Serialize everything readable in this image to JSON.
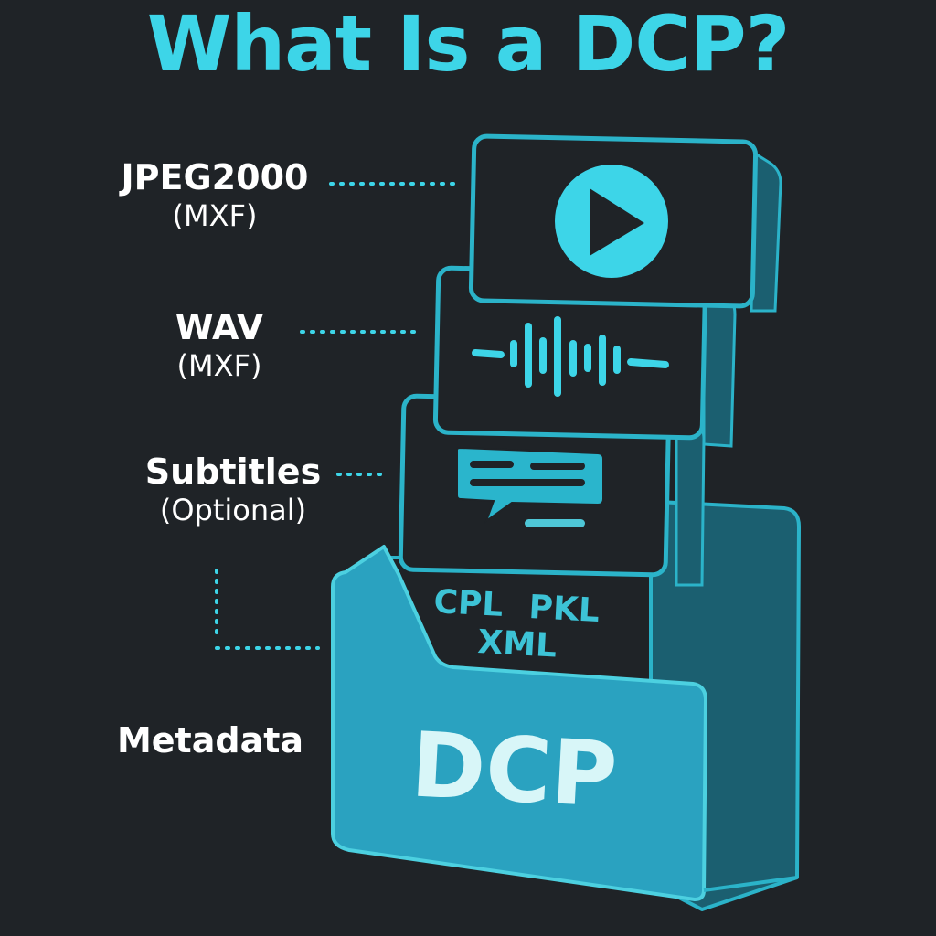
{
  "title": "What Is a DCP?",
  "labels": {
    "video": {
      "main": "JPEG2000",
      "sub": "(MXF)"
    },
    "audio": {
      "main": "WAV",
      "sub": "(MXF)"
    },
    "subtitles": {
      "main": "Subtitles",
      "sub": "(Optional)"
    },
    "metadata": {
      "main": "Metadata"
    }
  },
  "folder": {
    "label": "DCP",
    "metadata_files": [
      "CPL",
      "PKL",
      "XML"
    ]
  },
  "icons": {
    "video": "play-icon",
    "audio": "waveform-icon",
    "subtitles": "speech-bubble-icon",
    "folder": "folder-icon"
  },
  "colors": {
    "background": "#1f2327",
    "accent": "#3dd5e8",
    "card_border": "#2bb3c9",
    "folder_front": "#2aa2c0",
    "folder_back": "#1b5f70",
    "folder_text": "#d8f6f8",
    "label_text": "#ffffff"
  }
}
